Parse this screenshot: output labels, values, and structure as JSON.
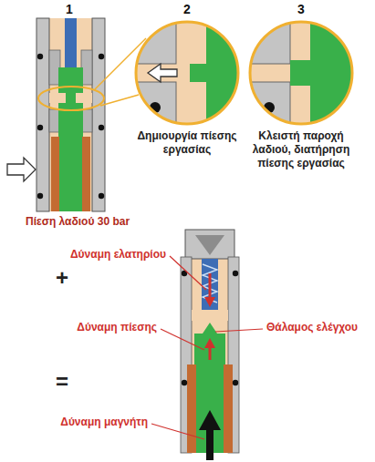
{
  "diagram": {
    "labels": [
      "1",
      "2",
      "3",
      "Δημιουργία πίεσης εργασίας",
      "Κλειστή παροχή λαδιού, διατήρηση πίεσης εργασίας",
      "Πίεση λαδιού 30 bar",
      "Δύναμη ελατηρίου",
      "+",
      "Δύναμη πίεσης",
      "Θάλαμος ελέγχου",
      "=",
      "Δύναμη μαγνήτη"
    ]
  }
}
